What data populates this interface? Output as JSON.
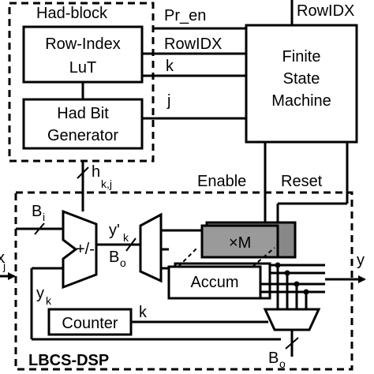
{
  "blocks": {
    "had_block": "Had-block",
    "row_index_lut": [
      "Row-Index",
      "LuT"
    ],
    "had_bit_generator": [
      "Had Bit",
      "Generator"
    ],
    "fsm": [
      "Finite",
      "State",
      "Machine"
    ],
    "lbcs_dsp": "LBCS-DSP",
    "xm": "×M",
    "accum": "Accum",
    "counter": "Counter",
    "addsub": "+/-"
  },
  "signals": {
    "pr_en": "Pr_en",
    "rowidx_top": "RowIDX",
    "rowidx": "RowIDX",
    "k": "k",
    "j": "j",
    "h": "h",
    "h_sub": "k,j",
    "enable": "Enable",
    "reset": "Reset",
    "b": "B",
    "b_i_sub": "i",
    "b_o_sub": "o",
    "y": "y",
    "y_prime": "y'",
    "y_k_sub": "k",
    "x": "x",
    "x_sub": "j",
    "k_counter": "k"
  }
}
